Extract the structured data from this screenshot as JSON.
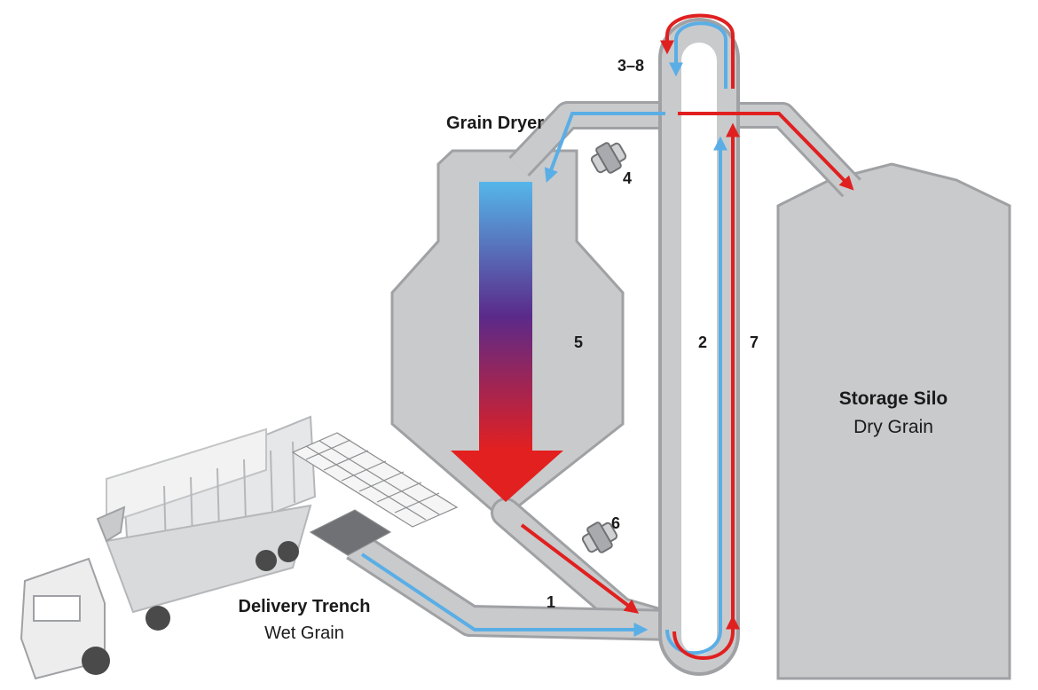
{
  "labels": {
    "grain_dryer": "Grain Dryer",
    "storage_silo_title": "Storage Silo",
    "storage_silo_sub": "Dry Grain",
    "delivery_title": "Delivery Trench",
    "delivery_sub": "Wet Grain"
  },
  "steps": {
    "s1": "1",
    "s2": "2",
    "s3_8": "3–8",
    "s4": "4",
    "s5": "5",
    "s6": "6",
    "s7": "7"
  },
  "colors": {
    "structure": "#c9cacc",
    "structure_edge": "#9fa1a4",
    "wet_flow": "#5aaee6",
    "dry_flow": "#e02020",
    "gradient_top": "#55b6ea",
    "gradient_mid": "#5a2a8a",
    "gradient_bottom": "#e32020"
  },
  "icons": [
    "fan-icon-4",
    "fan-icon-6",
    "truck-icon",
    "grate-icon"
  ]
}
